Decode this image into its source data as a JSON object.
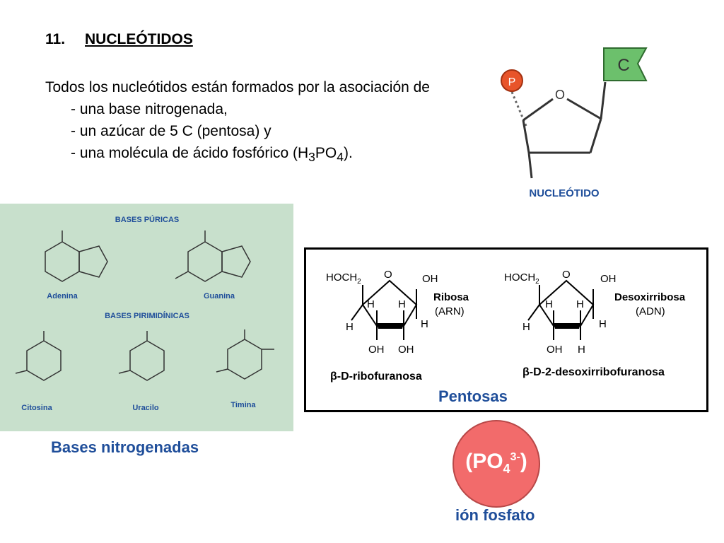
{
  "heading": {
    "number": "11.",
    "title": "NUCLEÓTIDOS"
  },
  "intro": {
    "line1": "Todos los nucleótidos están formados por la asociación de",
    "item1": "- una base nitrogenada,",
    "item2": "- un azúcar de 5 C (pentosa) y",
    "item3_pre": "- una molécula de ácido fosfórico (H",
    "item3_sub1": "3",
    "item3_mid": "PO",
    "item3_sub2": "4",
    "item3_post": ")."
  },
  "nucleotide": {
    "p_label": "P",
    "o_label": "O",
    "c_label": "C",
    "caption": "NUCLEÓTIDO"
  },
  "bases": {
    "purine_title": "BASES PÚRICAS",
    "pyrimidine_title": "BASES PIRIMIDÍNICAS",
    "names": {
      "adenine": "Adenina",
      "guanine": "Guanina",
      "cytosine": "Citosina",
      "uracil": "Uracilo",
      "thymine": "Timina"
    },
    "caption": "Bases nitrogenadas"
  },
  "pentoses": {
    "hoch2": "HOCH",
    "hoch2_sub": "2",
    "o": "O",
    "oh": "OH",
    "h": "H",
    "ribose_name": "Ribosa",
    "ribose_note": "(ARN)",
    "deoxy_name": "Desoxirribosa",
    "deoxy_note": "(ADN)",
    "ribo_caption": "β-D-ribofuranosa",
    "deoxy_caption": "β-D-2-desoxirribofuranosa",
    "caption": "Pentosas"
  },
  "phosphate": {
    "text_pre": "(PO",
    "sub": "4",
    "sup": "3-",
    "text_post": ")",
    "caption": "ión fosfato"
  },
  "colors": {
    "caption_blue": "#1f4e9a",
    "panel_green": "#c8e0cc",
    "phosphate_red": "#f26b6b",
    "flag_green": "#6cc06c"
  }
}
